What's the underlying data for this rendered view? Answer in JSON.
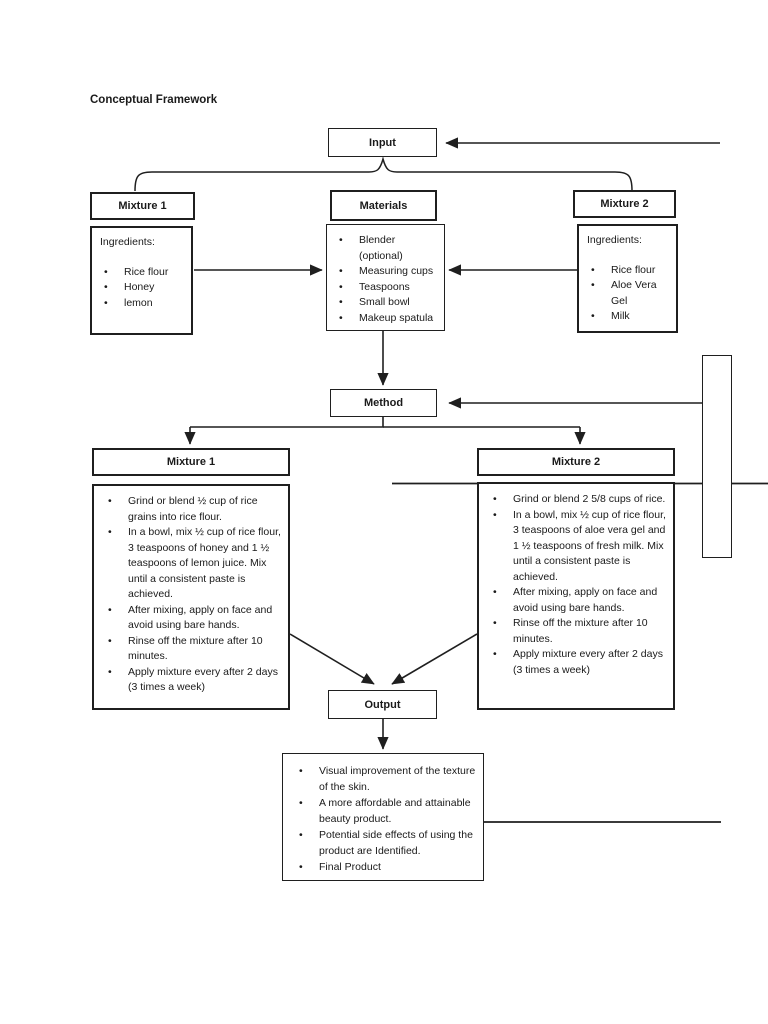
{
  "title": "Conceptual Framework",
  "nodes": {
    "input": {
      "label": "Input"
    },
    "mixture1_header": {
      "label": "Mixture 1"
    },
    "materials_header": {
      "label": "Materials"
    },
    "mixture2_header": {
      "label": "Mixture 2"
    },
    "mixture1_ingredients": {
      "heading": "Ingredients:",
      "items": [
        "Rice flour",
        "Honey",
        "lemon"
      ]
    },
    "materials_list": {
      "items": [
        "Blender (optional)",
        "Measuring cups",
        "Teaspoons",
        "Small bowl",
        "Makeup spatula"
      ]
    },
    "mixture2_ingredients": {
      "heading": "Ingredients:",
      "items": [
        "Rice flour",
        "Aloe Vera Gel",
        "Milk"
      ]
    },
    "method": {
      "label": "Method"
    },
    "method_mixture1_header": {
      "label": "Mixture 1"
    },
    "method_mixture2_header": {
      "label": "Mixture 2"
    },
    "mixture1_steps": {
      "items": [
        "Grind or blend ½ cup of rice grains into rice flour.",
        "In a bowl, mix ½ cup of rice flour, 3 teaspoons of honey and 1 ½ teaspoons of lemon juice. Mix until a consistent paste is achieved.",
        "After mixing, apply on face and avoid using bare hands.",
        "Rinse off the mixture after 10 minutes.",
        "Apply mixture every after 2 days (3 times a week)"
      ]
    },
    "mixture2_steps": {
      "items": [
        "Grind or blend 2 5/8 cups of rice.",
        "In a bowl, mix ½ cup of rice flour, 3 teaspoons of aloe vera gel and 1 ½ teaspoons of fresh milk. Mix until a consistent paste is achieved.",
        "After mixing, apply on face and avoid using bare hands.",
        "Rinse off the mixture after 10 minutes.",
        "Apply mixture every after 2 days (3 times a week)"
      ]
    },
    "output": {
      "label": "Output"
    },
    "output_list": {
      "items": [
        "Visual improvement of the texture of the skin.",
        "A more affordable and attainable beauty product.",
        "Potential side effects of using the product are Identified.",
        "Final Product"
      ]
    }
  },
  "colors": {
    "line": "#1f1f1f",
    "background": "#ffffff",
    "text": "#1a1a1a"
  }
}
